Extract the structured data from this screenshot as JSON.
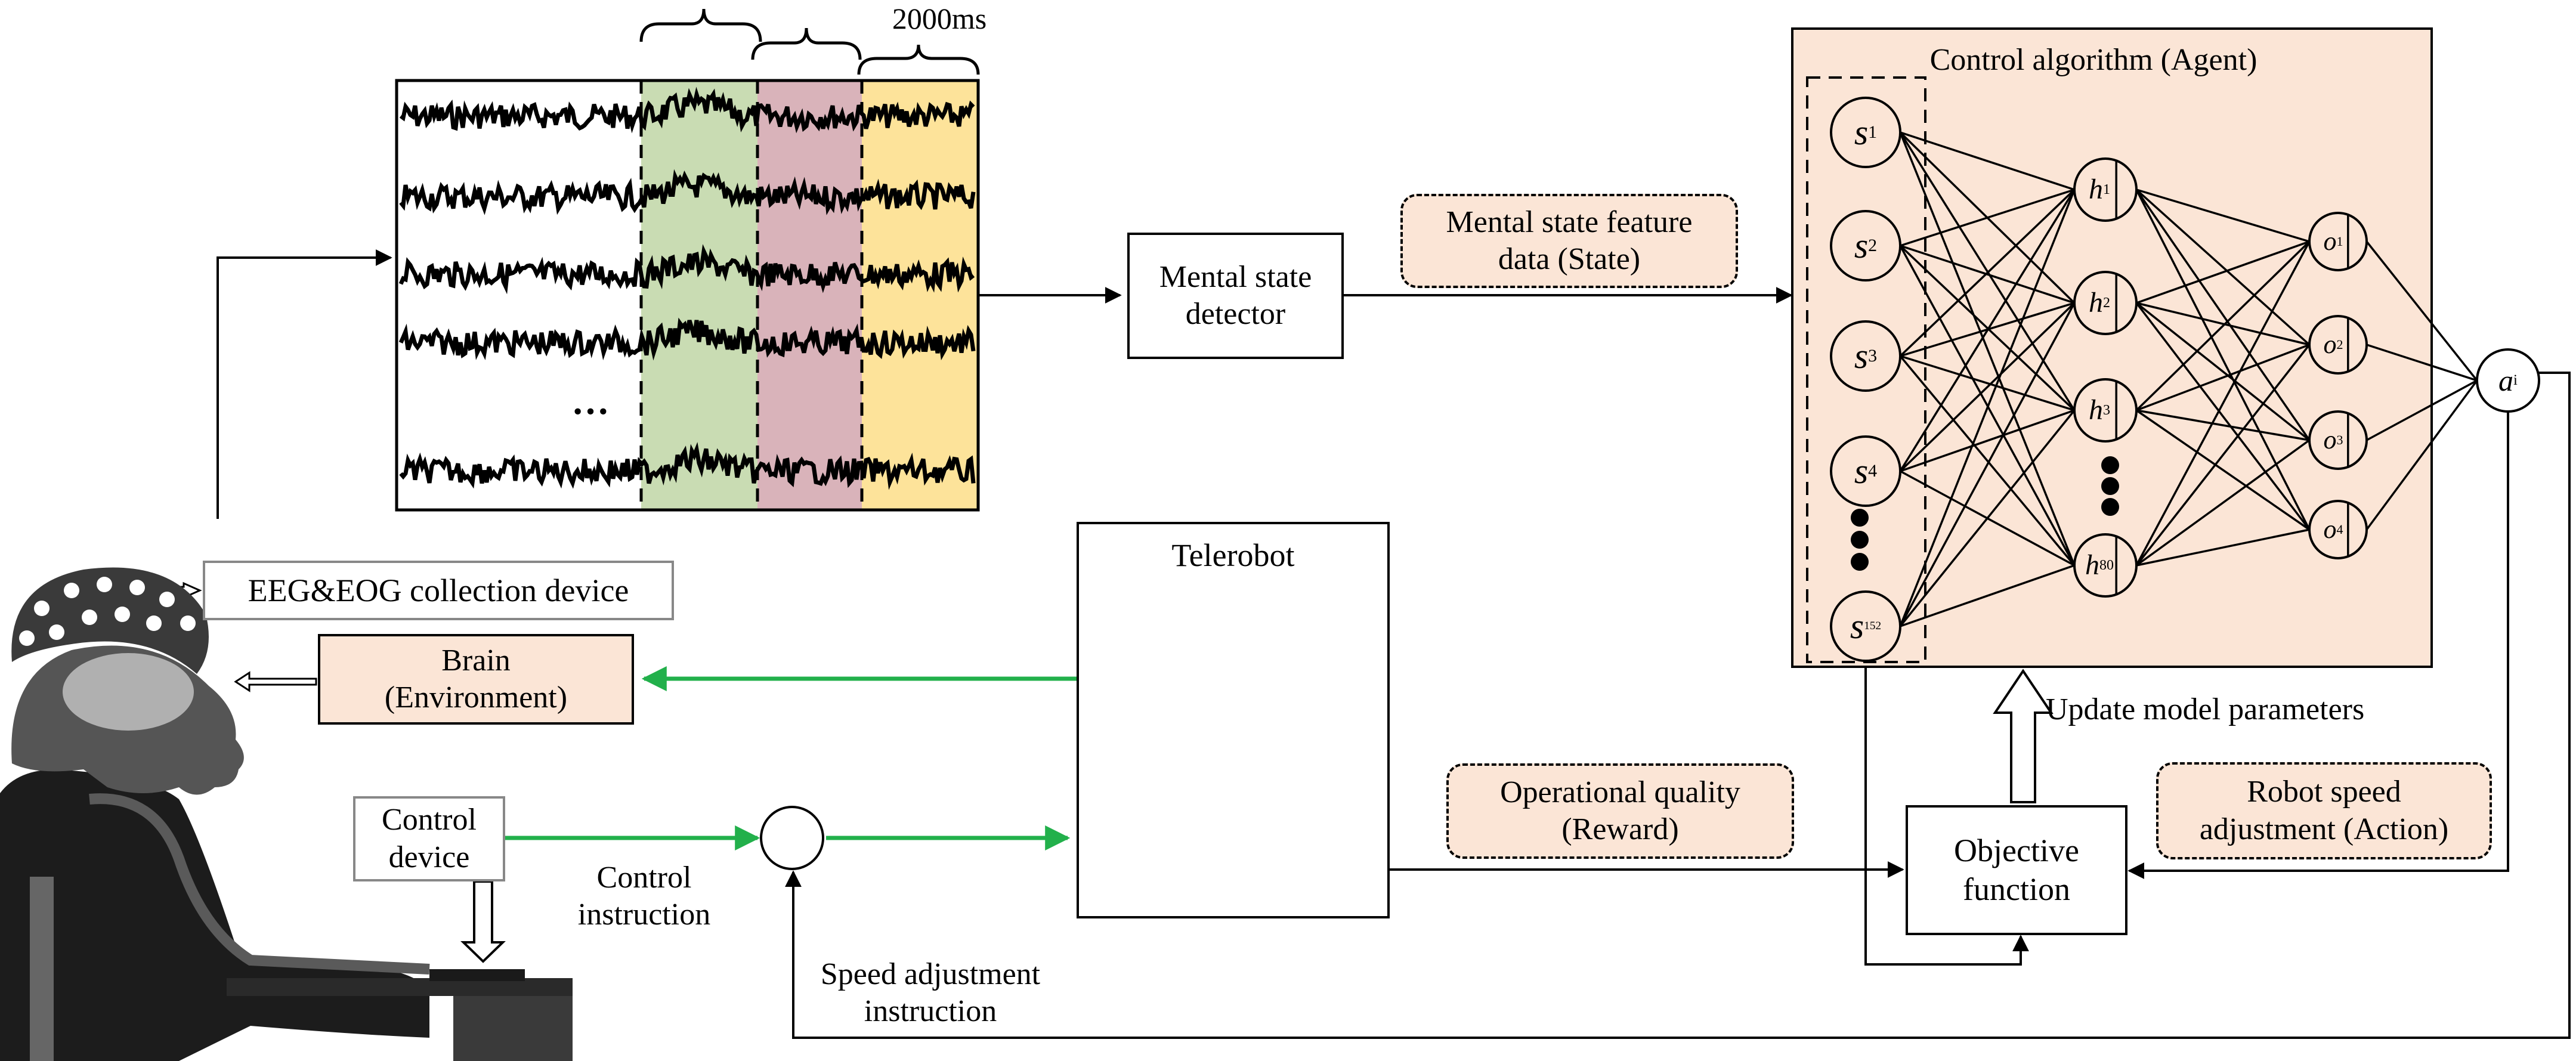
{
  "eeg": {
    "epoch_label": "2000ms",
    "ellipsis": "···"
  },
  "boxes": {
    "mental_state_detector": {
      "line1": "Mental state",
      "line2": "detector"
    },
    "state_tag": {
      "line1": "Mental state feature",
      "line2": "data (State)"
    },
    "telerobot": "Telerobot",
    "eeg_device": "EEG&EOG collection device",
    "brain": {
      "line1": "Brain",
      "line2": "(Environment)"
    },
    "control_device": {
      "line1": "Control",
      "line2": "device"
    },
    "control_instruction": {
      "line1": "Control",
      "line2": "instruction"
    },
    "speed_instruction": {
      "line1": "Speed adjustment",
      "line2": "instruction"
    },
    "reward_tag": {
      "line1": "Operational quality",
      "line2": "(Reward)"
    },
    "objective": {
      "line1": "Objective",
      "line2": "function"
    },
    "action_tag": {
      "line1": "Robot speed",
      "line2": "adjustment (Action)"
    },
    "update_params": "Update model parameters"
  },
  "agent": {
    "title": "Control algorithm (Agent)",
    "inputs": [
      {
        "main": "s",
        "sub": "1"
      },
      {
        "main": "s",
        "sub": "2"
      },
      {
        "main": "s",
        "sub": "3"
      },
      {
        "main": "s",
        "sub": "4"
      },
      {
        "main": "s",
        "sub": "152"
      }
    ],
    "hidden": [
      {
        "main": "h",
        "sub": "1"
      },
      {
        "main": "h",
        "sub": "2"
      },
      {
        "main": "h",
        "sub": "3"
      },
      {
        "main": "h",
        "sub": "80"
      }
    ],
    "outputs": [
      {
        "main": "o",
        "sub": "1"
      },
      {
        "main": "o",
        "sub": "2"
      },
      {
        "main": "o",
        "sub": "3"
      },
      {
        "main": "o",
        "sub": "4"
      }
    ],
    "action": {
      "main": "a",
      "sub": "i"
    }
  },
  "colors": {
    "peach": "#fbe5d6",
    "green_arrow": "#22b04b",
    "green_band": "#c9dcb3",
    "pink_band": "#d9b3ba",
    "yellow_band": "#fde39a"
  }
}
